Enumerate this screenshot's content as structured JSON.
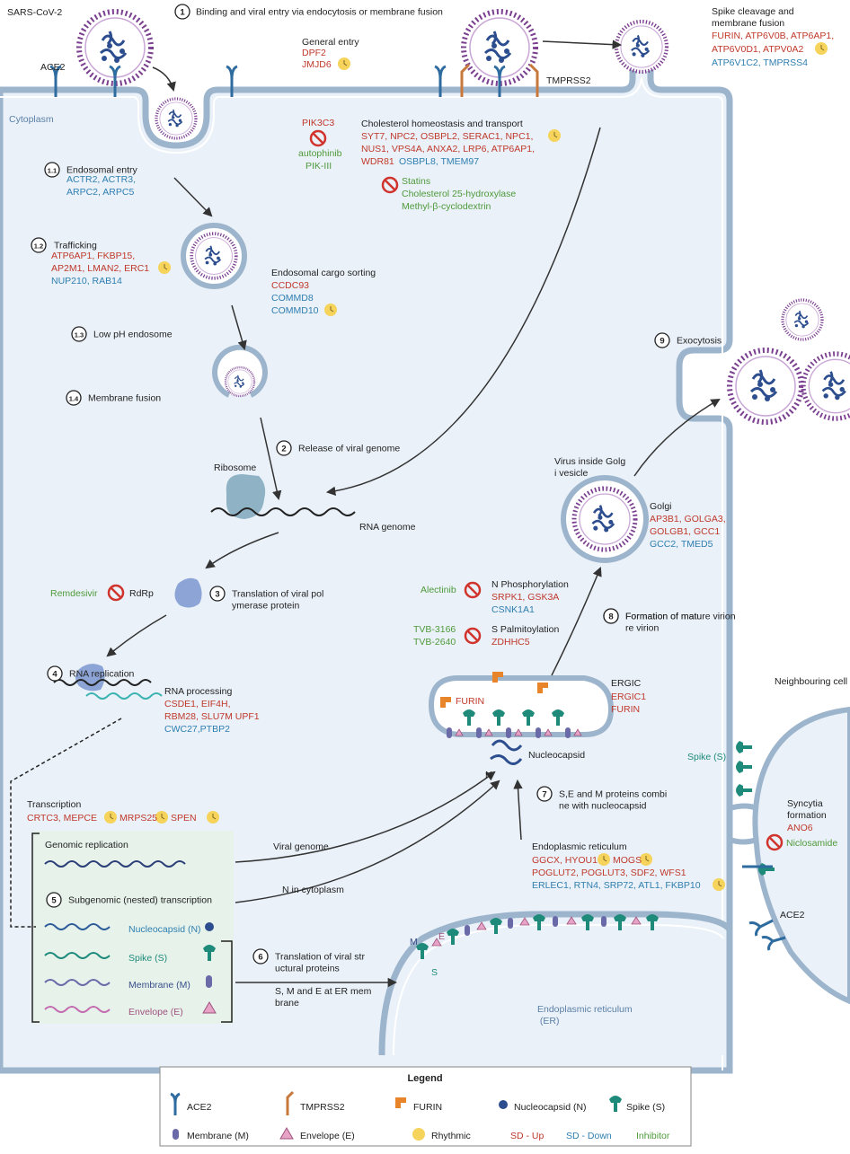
{
  "colors": {
    "sd_up": "#c0392b",
    "sd_down": "#2f7fb0",
    "inhibitor": "#4f9a3a",
    "black": "#222222",
    "cell_fill": "#eaf1f9",
    "membrane": "#9db5cc",
    "spike": "#1e8a7a",
    "membrane_protein": "#6a6aa8",
    "envelope": "#d98fb8",
    "nucleocapsid": "#2c4d8e",
    "furin": "#e8842a",
    "tmprss2": "#c9783c",
    "rhythmic": "#f6d35b",
    "box_fill": "#e6f2ea",
    "no_sign": "#d0342c"
  },
  "labels": {
    "sars_cov2": "SARS-CoV-2",
    "ace2_top": "ACE2",
    "cytoplasm": "Cytoplasm",
    "tmprss2": "TMPRSS2",
    "ribosome": "Ribosome",
    "rna_genome": "RNA genome",
    "nucleocapsid": "Nucleocapsid",
    "n_letter": "N",
    "neighbouring_cell": "Neighbouring cell",
    "ace2_right": "ACE2",
    "spike_s": "Spike (S)",
    "virus_inside_golgi": "Virus inside Golgi vesicle",
    "er_label": "Endoplasmic reticulum (ER)",
    "m_letter": "M",
    "e_letter": "E",
    "s_letter": "S",
    "furin_ergic": "FURIN",
    "rdrp": "RdRp",
    "viral_genome": "Viral genome",
    "n_in_cytoplasm": "N in cytoplasm",
    "sme_at_er": "S, M and E at ER membrane"
  },
  "steps": {
    "s1": {
      "num": "1",
      "text": "Binding and viral entry via endocytosis or membrane fusion"
    },
    "s1_1": {
      "num": "1.1",
      "text": "Endosomal entry"
    },
    "s1_2": {
      "num": "1.2",
      "text": "Trafficking"
    },
    "s1_3": {
      "num": "1.3",
      "text": "Low pH endosome"
    },
    "s1_4": {
      "num": "1.4",
      "text": "Membrane fusion"
    },
    "s2": {
      "num": "2",
      "text": "Release of viral genome"
    },
    "s3": {
      "num": "3",
      "text": "Translation of viral polymerase protein"
    },
    "s4": {
      "num": "4",
      "text": "RNA replication"
    },
    "s5": {
      "num": "5",
      "text": "Subgenomic (nested) transcription"
    },
    "s6": {
      "num": "6",
      "text": "Translation of viral structural proteins"
    },
    "s7": {
      "num": "7",
      "text": "S,E and M proteins combine with nucleocapsid"
    },
    "s8": {
      "num": "8",
      "text": "Formation of mature virion"
    },
    "s9": {
      "num": "9",
      "text": "Exocytosis"
    }
  },
  "groups": {
    "general_entry": {
      "title": "General entry",
      "up1": "DPF2",
      "up2": "JMJD6"
    },
    "spike_cleavage": {
      "title1": "Spike cleavage and",
      "title2": "membrane fusion",
      "up1": "FURIN, ATP6V0B, ATP6AP1,",
      "up2": "ATP6V0D1, ATPV0A2",
      "down1": "ATP6V1C2, TMPRSS4"
    },
    "pik3c3": {
      "target": "PIK3C3",
      "inh1": "autophinib",
      "inh2": "PIK-III"
    },
    "cholesterol": {
      "title": "Cholesterol homeostasis and transport",
      "up1": "SYT7, NPC2, OSBPL2, SERAC1, NPC1,",
      "up2": "NUS1, VPS4A, ANXA2, LRP6, ATP6AP1,",
      "up3": "WDR81",
      "down3": "OSBPL8, TMEM97",
      "inh1": "Statins",
      "inh2": "Cholesterol 25-hydroxylase",
      "inh3": "Methyl-β-cyclodextrin"
    },
    "endosomal_entry": {
      "down1": "ACTR2, ACTR3,",
      "down2": "ARPC2, ARPC5"
    },
    "trafficking": {
      "up1": "ATP6AP1, FKBP15,",
      "up2": "AP2M1, LMAN2, ERC1",
      "down1": "NUP210, RAB14"
    },
    "cargo": {
      "title": "Endosomal cargo sorting",
      "up1": "CCDC93",
      "down1": "COMMD8",
      "down2": "COMMD10"
    },
    "golgi": {
      "title": "Golgi",
      "up1": "AP3B1, GOLGA3,",
      "up2": "GOLGB1, GCC1",
      "down1": "GCC2, TMED5"
    },
    "remdesivir": {
      "inh": "Remdesivir"
    },
    "n_phos": {
      "title": "N Phosphorylation",
      "inh": "Alectinib",
      "up1": "SRPK1, GSK3A",
      "down1": "CSNK1A1"
    },
    "s_palm": {
      "title": "S Palmitoylation",
      "inh1": "TVB-3166",
      "inh2": "TVB-2640",
      "up1": "ZDHHC5"
    },
    "ergic": {
      "title": "ERGIC",
      "up1": "ERGIC1",
      "up2": "FURIN"
    },
    "rna_processing": {
      "title": "RNA processing",
      "up1": "CSDE1, EIF4H,",
      "up2": "RBM28, SLU7M UPF1",
      "down1": "CWC27,PTBP2"
    },
    "transcription": {
      "title": "Transcription",
      "up1": "CRTC3, MEPCE",
      "up2": "MRPS25",
      "up3": "SPEN"
    },
    "er": {
      "title": "Endoplasmic reticulum",
      "up1": "GGCX, HYOU1",
      "up2": "MOGS",
      "up3": "POGLUT2, POGLUT3, SDF2, WFS1",
      "down1": "ERLEC1, RTN4, SRP72, ATL1, FKBP10"
    },
    "syncytia": {
      "title1": "Syncytia",
      "title2": "formation",
      "up1": "ANO6",
      "inh": "Niclosamide"
    }
  },
  "green_box": {
    "genomic": "Genomic replication",
    "items": [
      {
        "label": "Nucleocapsid (N)"
      },
      {
        "label": "Spike (S)"
      },
      {
        "label": "Membrane (M)"
      },
      {
        "label": "Envelope (E)"
      }
    ]
  },
  "legend": {
    "title": "Legend",
    "ace2": "ACE2",
    "tmprss2": "TMPRSS2",
    "furin": "FURIN",
    "nucleocapsid": "Nucleocapsid (N)",
    "spike": "Spike (S)",
    "membrane": "Membrane (M)",
    "envelope": "Envelope (E)",
    "rhythmic": "Rhythmic",
    "sd_up": "SD - Up",
    "sd_down": "SD - Down",
    "inhibitor": "Inhibitor"
  }
}
